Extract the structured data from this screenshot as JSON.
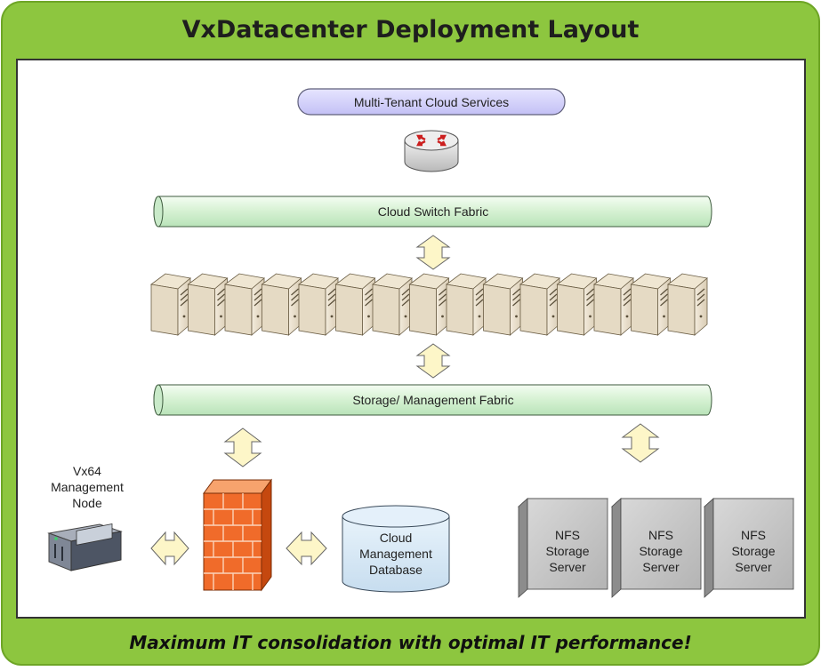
{
  "title": "VxDatacenter Deployment Layout",
  "footer": "Maximum IT consolidation with optimal IT performance!",
  "diagram": {
    "cloud_services": "Multi-Tenant Cloud Services",
    "switch_fabric": "Cloud Switch Fabric",
    "storage_fabric": "Storage/ Management Fabric",
    "management_node": [
      "Vx64",
      "Management",
      "Node"
    ],
    "database": [
      "Cloud",
      "Management",
      "Database"
    ],
    "nfs_server": [
      "NFS",
      "Storage",
      "Server"
    ],
    "server_count": 15,
    "nfs_count": 3
  },
  "colors": {
    "border": "#8dc63f",
    "pill": "#cfcdfa",
    "fabric": "#d8f4d8",
    "arrow": "#fdf6c8",
    "firewall": "#f06b2a",
    "database": "#d6e8f6",
    "nfs": "#c4c4c4"
  },
  "icons": [
    "router-icon",
    "server-icon",
    "firewall-icon",
    "database-icon",
    "management-node-icon",
    "nfs-server-icon",
    "double-arrow-icon"
  ]
}
